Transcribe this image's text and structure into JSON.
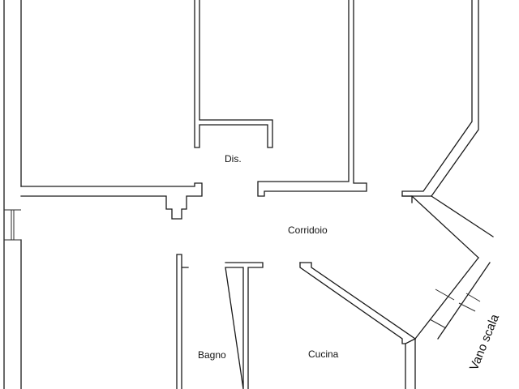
{
  "floor_plan": {
    "rooms": {
      "dis": "Dis.",
      "corridoio": "Corridoio",
      "bagno": "Bagno",
      "cucina": "Cucina",
      "vano_scala": "Vano scala"
    },
    "colors": {
      "wall": "#1a1a1a",
      "background": "#ffffff",
      "text": "#111111"
    }
  }
}
